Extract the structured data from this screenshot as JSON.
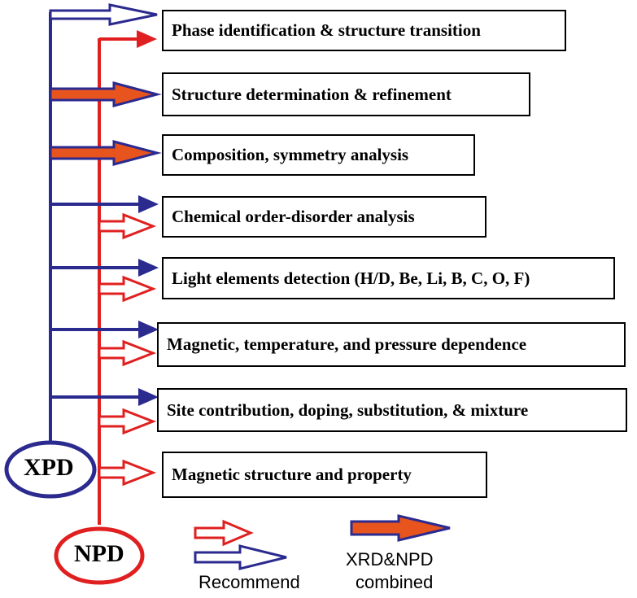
{
  "boxes": [
    "Phase identification & structure transition",
    "Structure determination & refinement",
    "Composition, symmetry analysis",
    "Chemical order-disorder analysis",
    "Light elements detection (H/D, Be, Li, B, C, O, F)",
    "Magnetic, temperature, and pressure dependence",
    "Site contribution, doping, substitution, & mixture",
    "Magnetic structure and property"
  ],
  "nodes": {
    "xpd": "XPD",
    "npd": "NPD"
  },
  "legend": {
    "recommend": "Recommend",
    "combined_line1": "XRD&NPD",
    "combined_line2": "combined"
  },
  "colors": {
    "xpd": "#2b2a8f",
    "npd": "#e02020",
    "text": "#000000"
  }
}
